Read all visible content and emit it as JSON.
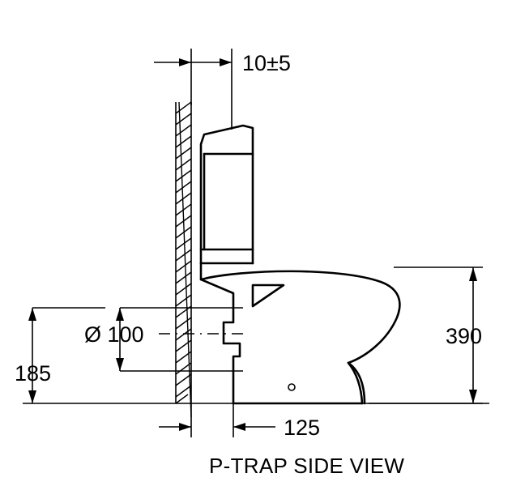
{
  "figure": {
    "caption": "P-TRAP SIDE VIEW",
    "units_note": "",
    "line_color": "#000000",
    "background_color": "#ffffff"
  },
  "dimensions": {
    "top_offset": "10±5",
    "outlet_diameter": "Ø 100",
    "floor_to_outlet": "185",
    "height": "390",
    "projection_from_wall": "125"
  },
  "labels": {
    "diameter_symbol": "Ø",
    "diameter_value": "100"
  },
  "chart_data": {
    "type": "diagram",
    "title": "P-TRAP SIDE VIEW",
    "annotations": [
      {
        "name": "top-offset",
        "text": "10±5"
      },
      {
        "name": "outlet-diameter",
        "text": "Ø 100"
      },
      {
        "name": "floor-to-outlet-height",
        "text": "185"
      },
      {
        "name": "overall-height",
        "text": "390"
      },
      {
        "name": "wall-to-front-projection",
        "text": "125"
      }
    ]
  }
}
